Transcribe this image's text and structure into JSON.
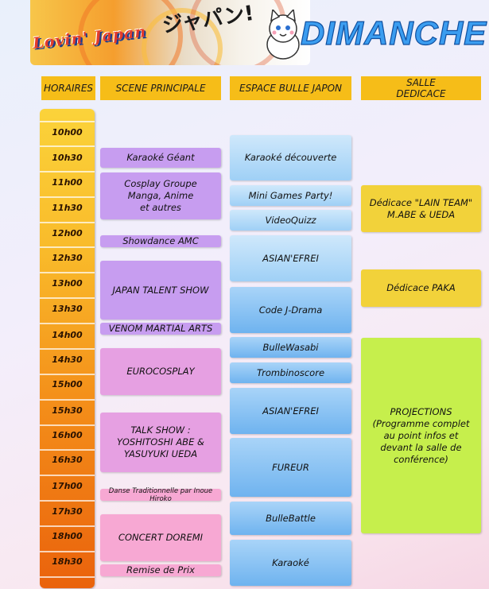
{
  "header": {
    "logo_text": "Lovin' Japan",
    "jp_text": "ジャパン!",
    "title": "DIMANCHE"
  },
  "columns": {
    "times": "HORAIRES",
    "main": "SCENE PRINCIPALE",
    "bulle": "ESPACE BULLE JAPON",
    "salle": "SALLE\nDEDICACE"
  },
  "times": [
    "10h00",
    "10h30",
    "11h00",
    "11h30",
    "12h00",
    "12h30",
    "13h00",
    "13h30",
    "14h00",
    "14h30",
    "15h00",
    "15h30",
    "16h00",
    "16h30",
    "17h00",
    "17h30",
    "18h00",
    "18h30"
  ],
  "scene_principale": [
    "Karaoké Géant",
    "Cosplay Groupe\nManga, Anime\net autres",
    "Showdance AMC",
    "JAPAN TALENT SHOW",
    "VENOM MARTIAL ARTS",
    "EUROCOSPLAY",
    "TALK SHOW :\nYOSHITOSHI ABE &\nYASUYUKI UEDA",
    "Danse Traditionnelle par Inoue Hiroko",
    "CONCERT DOREMI",
    "Remise de Prix"
  ],
  "bulle_japon": [
    "Karaoké découverte",
    "Mini Games Party!",
    "VideoQuizz",
    "ASIAN'EFREI",
    "Code J-Drama",
    "BulleWasabi",
    "Trombinoscore",
    "ASIAN'EFREI",
    "FUREUR",
    "BulleBattle",
    "Karaoké"
  ],
  "salle_dedicace": [
    "Dédicace \"LAIN TEAM\"\nM.ABE & UEDA",
    "Dédicace PAKA",
    "PROJECTIONS\n(Programme complet\nau point infos et\ndevant la salle de\nconférence)"
  ]
}
